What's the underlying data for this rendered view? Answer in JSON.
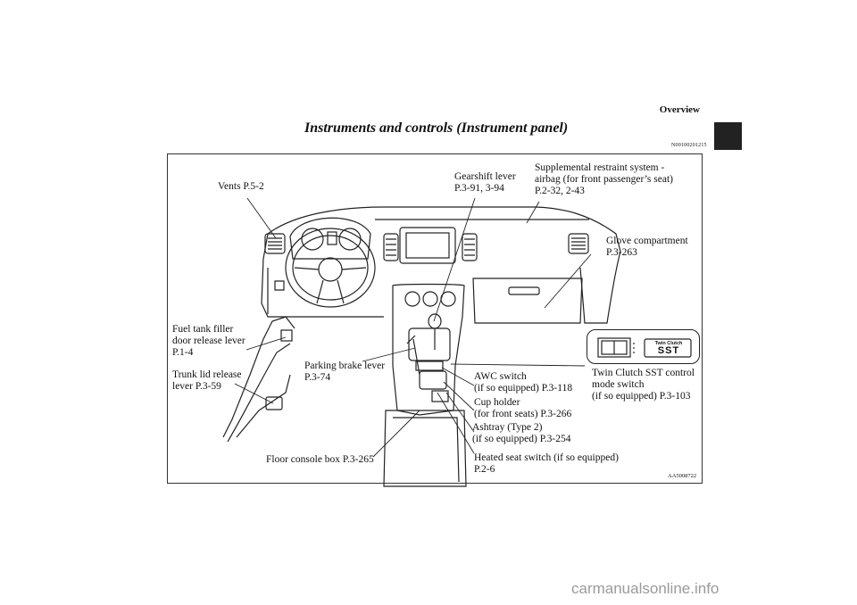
{
  "header": {
    "section": "Overview",
    "title": "Instruments and controls (Instrument panel)",
    "code": "N00100201215"
  },
  "figure": {
    "image_code": "AA5008722",
    "inset": {
      "sub": "Twin Clutch",
      "main": "SST"
    },
    "labels": {
      "vents": "Vents P.5-2",
      "gearshift": "Gearshift lever\nP.3-91, 3-94",
      "srs": "Supplemental restraint system -\nairbag (for front passenger’s seat)\nP.2-32, 2-43",
      "glove": "Glove compartment\nP.3-263",
      "fuel": "Fuel tank filler\ndoor release lever\nP.1-4",
      "trunk": "Trunk lid release\nlever P.3-59",
      "parking": "Parking brake lever\nP.3-74",
      "awc": "AWC switch\n(if so equipped) P.3-118",
      "cup": "Cup holder\n(for front seats) P.3-266",
      "ashtray": "Ashtray (Type 2)\n(if so equipped) P.3-254",
      "floor": "Floor console box P.3-265",
      "heated": "Heated seat switch (if so equipped)\nP.2-6",
      "twin": "Twin Clutch SST control\nmode switch\n(if so equipped) P.3-103"
    }
  },
  "footer": {
    "watermark": "carmanualsonline.info"
  }
}
